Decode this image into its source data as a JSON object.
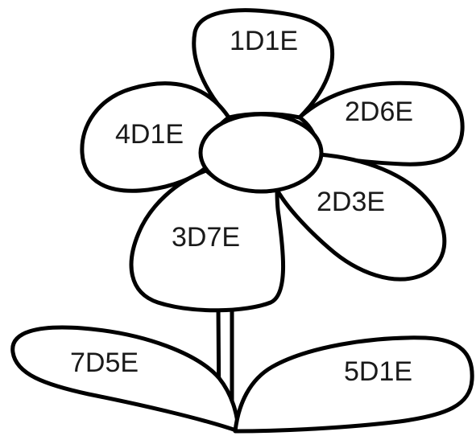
{
  "flower": {
    "petals": [
      {
        "id": "top",
        "label": "1D1E"
      },
      {
        "id": "upper-left",
        "label": "4D1E"
      },
      {
        "id": "upper-right",
        "label": "2D6E"
      },
      {
        "id": "lower-right",
        "label": "2D3E"
      },
      {
        "id": "lower-left",
        "label": "3D7E"
      }
    ],
    "leaves": [
      {
        "id": "left",
        "label": "7D5E"
      },
      {
        "id": "right",
        "label": "5D1E"
      }
    ]
  },
  "colors": {
    "outline": "#000000",
    "fill": "#ffffff",
    "text": "#1a1a1a"
  }
}
